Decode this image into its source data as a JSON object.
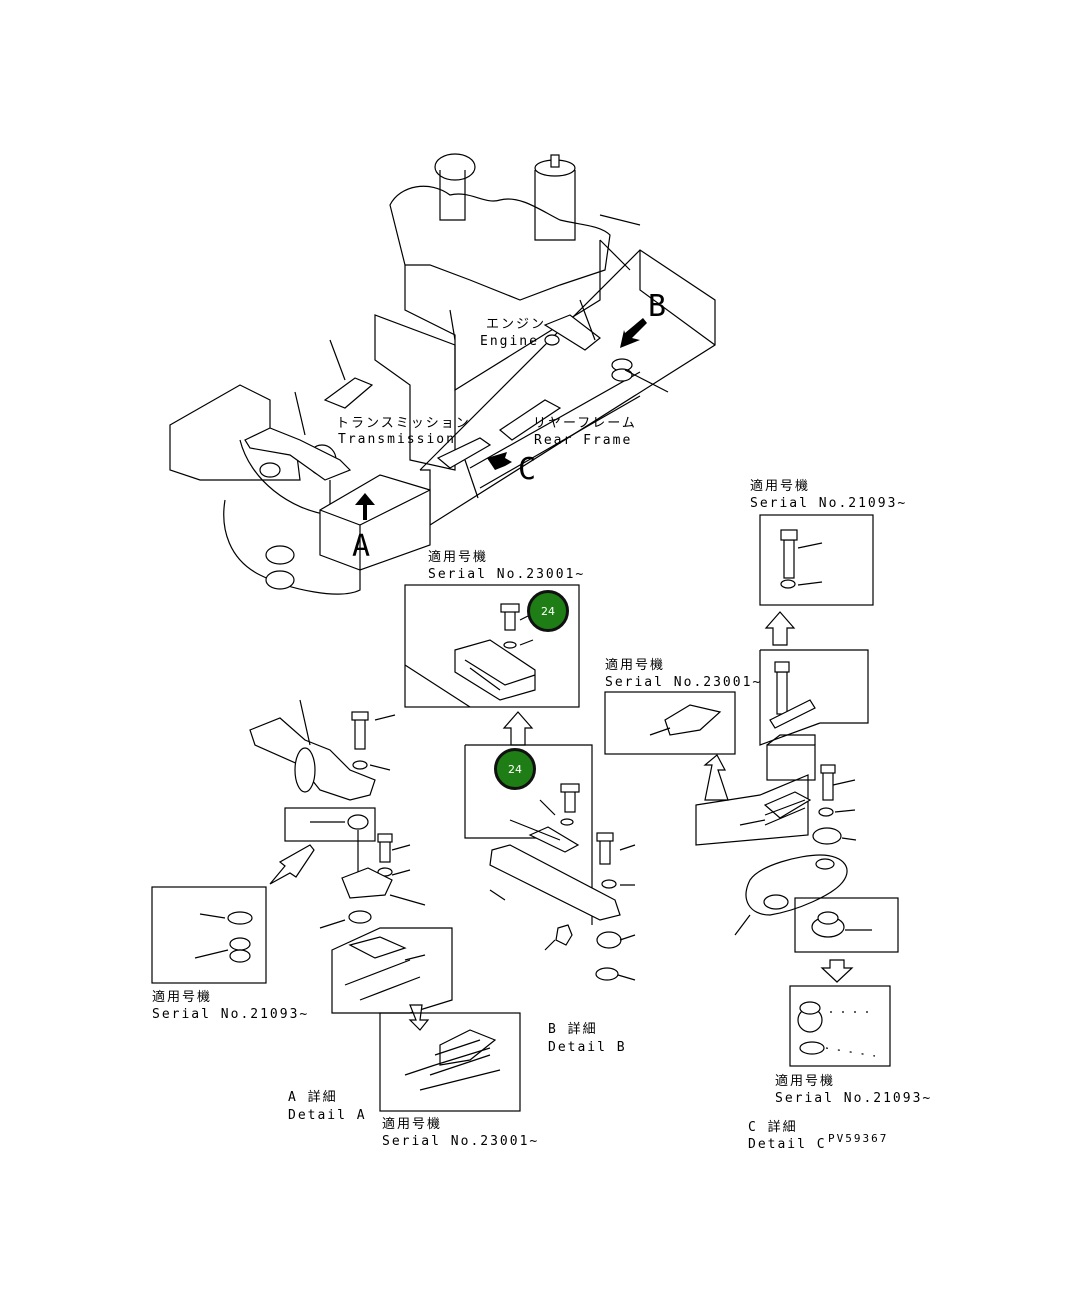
{
  "labels": {
    "engine_jp": "エンジン",
    "engine_en": "Engine",
    "transmission_jp": "トランスミッション",
    "transmission_en": "Transmission",
    "rear_frame_jp": "リヤーフレーム",
    "rear_frame_en": "Rear Frame",
    "view_a": "A",
    "view_b": "B",
    "view_c": "C",
    "applicable_jp": "適用号機",
    "serial_21093": "Serial No.21093~",
    "serial_23001": "Serial No.23001~",
    "detail_a_jp": "A 詳細",
    "detail_a_en": "Detail A",
    "detail_b_jp": "B 詳細",
    "detail_b_en": "Detail B",
    "detail_c_jp": "C 詳細",
    "detail_c_en": "Detail C",
    "drawing_no": "PV59367"
  },
  "callouts": [
    {
      "label": "24"
    },
    {
      "label": "24"
    }
  ],
  "colors": {
    "callout_fill": "#1e7d14",
    "line": "#000000",
    "background": "#ffffff"
  }
}
